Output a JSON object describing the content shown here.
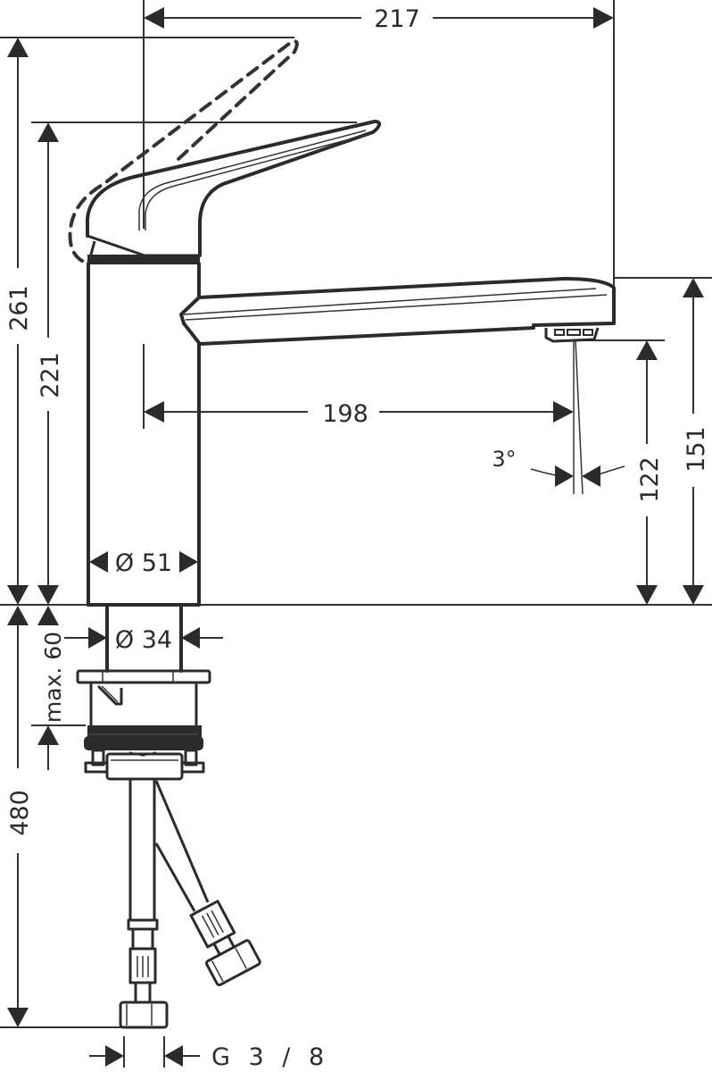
{
  "drawing": {
    "subject": "single-lever kitchen mixer tap, side view",
    "line_color": "#2b2b2b",
    "background": "#ffffff"
  },
  "dimensions": {
    "overall_depth": "217",
    "spout_reach": "198",
    "total_height_lever_open": "261",
    "height_to_lever": "221",
    "spout_outlet_height": "122",
    "spout_top_height": "151",
    "body_diameter": "Ø 51",
    "shank_diameter": "Ø 34",
    "max_deck_thickness": "max. 60",
    "hose_length": "480",
    "connection_thread": "G 3 / 8",
    "spray_angle": "3°"
  }
}
